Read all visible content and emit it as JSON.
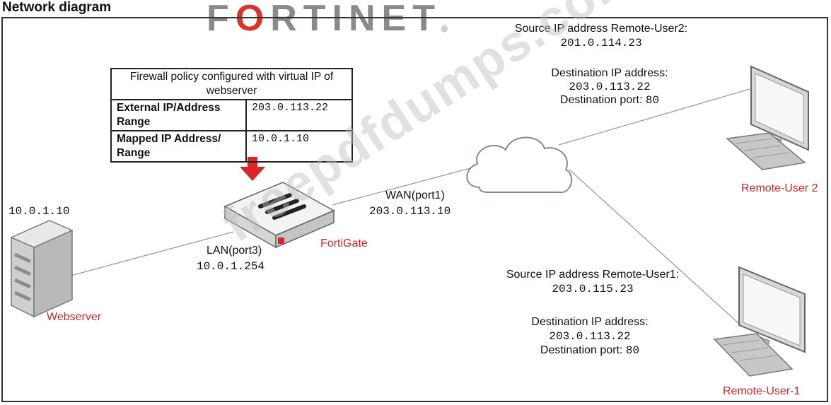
{
  "title": "Network diagram",
  "logo": {
    "prefix": "F",
    "o": "O",
    "rest": "RTINET",
    "reg": "®"
  },
  "policy_table": {
    "header": "Firewall policy configured with virtual IP of webserver",
    "rows": [
      {
        "key": "External IP/Address Range",
        "value": "203.0.113.22"
      },
      {
        "key": "Mapped IP Address/ Range",
        "value": "10.0.1.10"
      }
    ]
  },
  "webserver": {
    "ip": "10.0.1.10",
    "label": "Webserver"
  },
  "fortigate": {
    "label": "FortiGate",
    "lan": {
      "name": "LAN(port3)",
      "ip": "10.0.1.254"
    },
    "wan": {
      "name": "WAN(port1)",
      "ip": "203.0.113.10"
    }
  },
  "remote_user2": {
    "label": "Remote-User 2",
    "source_label": "Source IP address Remote-User2:",
    "source_ip": "201.0.114.23",
    "dest_label": "Destination IP address:",
    "dest_ip": "203.0.113.22",
    "port_label": "Destination port:",
    "port": "80"
  },
  "remote_user1": {
    "label": "Remote-User-1",
    "source_label": "Source IP address Remote-User1:",
    "source_ip": "203.0.115.23",
    "dest_label": "Destination IP address:",
    "dest_ip": "203.0.113.22",
    "port_label": "Destination port:",
    "port": "80"
  },
  "watermark": "freepdfdumps.com",
  "colors": {
    "accent_red": "#c8282b",
    "logo_gray": "#8a8a8a"
  }
}
